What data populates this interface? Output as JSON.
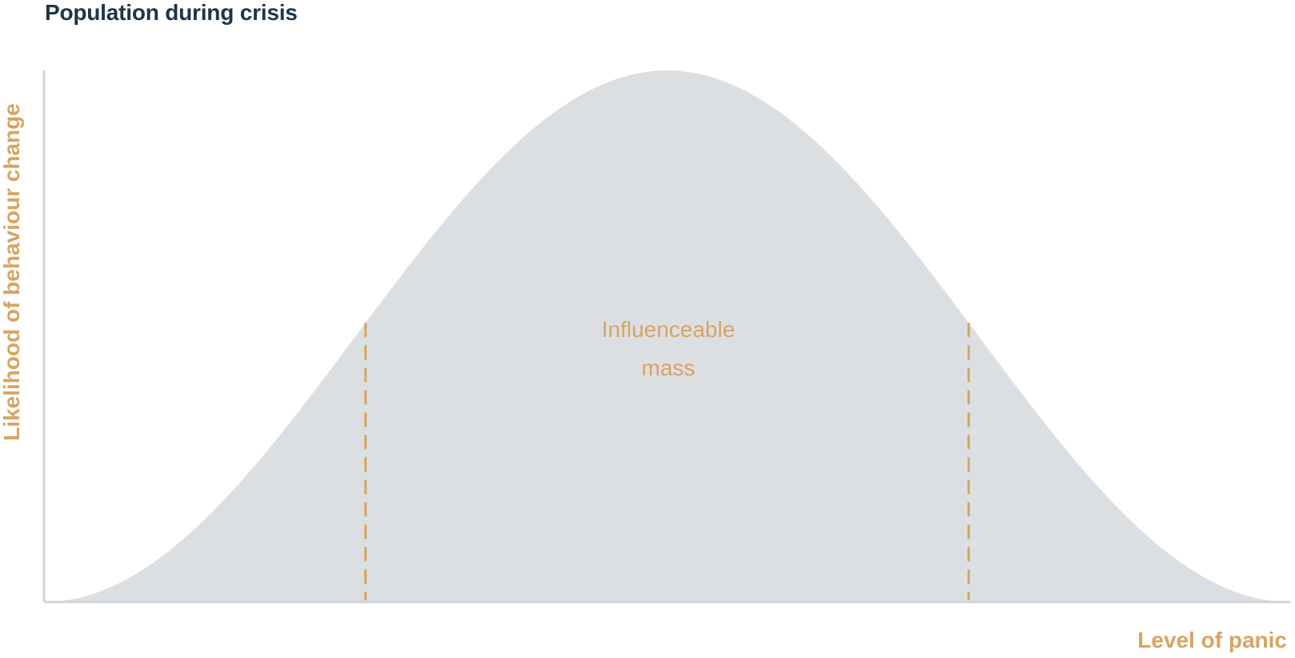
{
  "chart_data": {
    "type": "area",
    "title": "Population during crisis",
    "xlabel": "Level of panic",
    "ylabel": "Likelihood of behaviour change",
    "curve": "bell",
    "xlim": [
      0,
      1
    ],
    "ylim": [
      0,
      1
    ],
    "peak": {
      "x": 0.5,
      "y": 1.0
    },
    "band": {
      "x_start": 0.258,
      "x_end": 0.742
    },
    "annotation": {
      "lines": [
        "Influenceable",
        "mass"
      ]
    },
    "grid": false,
    "legend": "none"
  },
  "colors": {
    "title": "#1f3447",
    "accent": "#d8a462",
    "fill": "#dcdfe2",
    "axis": "#cfd4d8"
  }
}
